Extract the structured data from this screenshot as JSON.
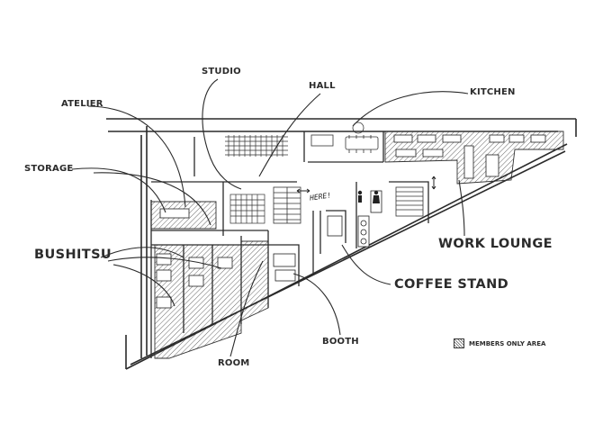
{
  "labels": {
    "studio": "STUDIO",
    "hall": "HALL",
    "kitchen": "KITCHEN",
    "atelier": "ATELIER",
    "storage": "STORAGE",
    "bushitsu": "BUSHITSU",
    "work_lounge": "WORK LOUNGE",
    "coffee_stand": "COFFEE STAND",
    "booth": "BOOTH",
    "room": "ROOM",
    "here": "HERE!"
  },
  "legend": {
    "text": "MEMBERS ONLY AREA"
  },
  "colors": {
    "ink": "#2b2b2b",
    "hatch": "#555555",
    "paper": "#ffffff"
  }
}
